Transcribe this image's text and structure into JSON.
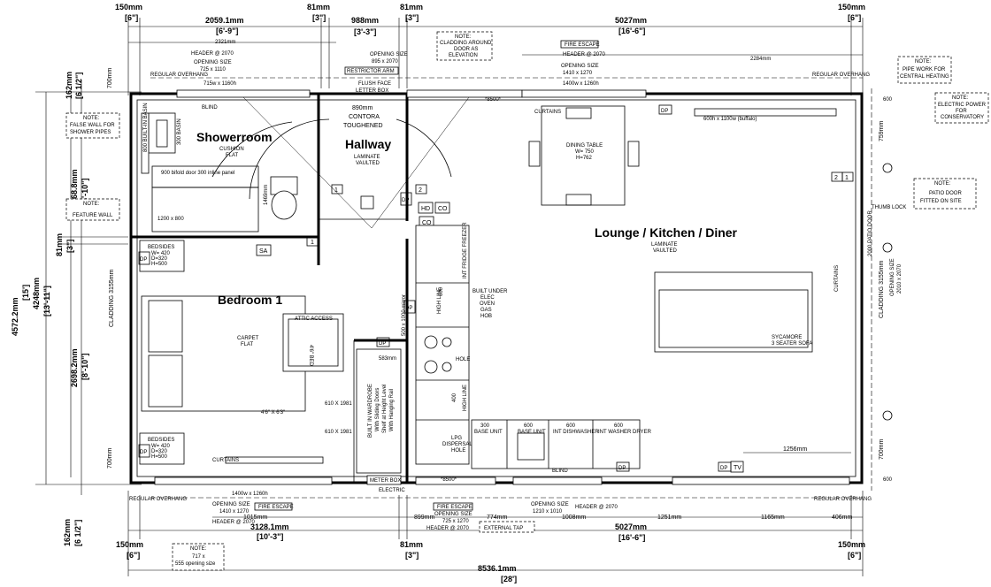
{
  "dims_top": [
    {
      "id": "t1",
      "mm": "150mm",
      "imp": "[6\"]"
    },
    {
      "id": "t2",
      "mm": "2059.1mm",
      "imp": "[6'-9\"]"
    },
    {
      "id": "t3",
      "mm": "81mm",
      "imp": "[3\"]"
    },
    {
      "id": "t4",
      "mm": "988mm",
      "imp": "[3'-3\"]"
    },
    {
      "id": "t5",
      "mm": "81mm",
      "imp": "[3\"]"
    },
    {
      "id": "t6",
      "mm": "5027mm",
      "imp": "[16'-6\"]"
    },
    {
      "id": "t7",
      "mm": "150mm",
      "imp": "[6\"]"
    }
  ],
  "dims_bottom": [
    {
      "id": "b1",
      "mm": "150mm",
      "imp": "[6\"]"
    },
    {
      "id": "b2",
      "mm": "3128.1mm",
      "imp": "[10'-3\"]"
    },
    {
      "id": "b3",
      "mm": "81mm",
      "imp": "[3\"]"
    },
    {
      "id": "b4",
      "mm": "5027mm",
      "imp": "[16'-6\"]"
    },
    {
      "id": "b5",
      "mm": "150mm",
      "imp": "[6\"]"
    }
  ],
  "dim_total": {
    "mm": "8536.1mm",
    "imp": "[28']"
  },
  "dims_left": [
    {
      "id": "l1",
      "mm": "162mm",
      "imp": "[6 1/2\"]"
    },
    {
      "id": "l2",
      "mm": "1468.8mm",
      "imp": "[4'-10\"]"
    },
    {
      "id": "l3",
      "mm": "81mm",
      "imp": "[3\"]"
    },
    {
      "id": "l4",
      "mm": "2698.2mm",
      "imp": "[8'-10\"]"
    },
    {
      "id": "l5",
      "mm": "162mm",
      "imp": "[6 1/2\"]"
    }
  ],
  "dim_left_total": {
    "mm": "4572.2mm",
    "imp": "[15']"
  },
  "dim_left_inner": {
    "mm": "4248mm",
    "imp": "[13'-11\"]"
  },
  "dim_2321": "2321mm",
  "dim_2284": "2284mm",
  "small_dims": {
    "d1015": "1015mm",
    "d899": "899mm",
    "d774": "774mm",
    "d1008": "1008mm",
    "d1251": "1251mm",
    "d1165": "1165mm",
    "d406": "406mm",
    "d1256": "1256mm",
    "d583": "583mm",
    "d759": "759mm",
    "d700a": "700mm",
    "d700b": "700mm",
    "d700c": "700mm",
    "d600a": "600",
    "d600b": "600"
  },
  "rooms": {
    "showerroom": {
      "name": "Showerroom",
      "sub1": "CUSHION",
      "sub2": "FLAT"
    },
    "hallway": {
      "name": "Hallway",
      "sub1": "LAMINATE",
      "sub2": "VAULTED"
    },
    "lounge": {
      "name": "Lounge / Kitchen / Diner",
      "sub1": "LAMINATE",
      "sub2": "VAULTED"
    },
    "bedroom": {
      "name": "Bedroom 1",
      "sub1": "CARPET",
      "sub2": "FLAT"
    }
  },
  "notes": {
    "cladding_door": {
      "head": "NOTE:",
      "l1": "CLADDING AROUND",
      "l2": "DOOR AS",
      "l3": "ELEVATION"
    },
    "pipework": {
      "head": "NOTE:",
      "l1": "PIPE WORK FOR",
      "l2": "CENTRAL HEATING"
    },
    "electric": {
      "head": "NOTE:",
      "l1": "ELECTRIC POWER",
      "l2": "FOR",
      "l3": "CONSERVATORY"
    },
    "patio": {
      "head": "NOTE:",
      "l1": "PATIO DOOR",
      "l2": "FITTED ON SITE"
    },
    "false_wall": {
      "head": "NOTE:",
      "l1": "FALSE WALL FOR",
      "l2": "SHOWER PIPES"
    },
    "feature": {
      "head": "NOTE:",
      "l1": "FEATURE WALL"
    },
    "window717": {
      "head": "NOTE:",
      "l1": "717 x",
      "l2": "555 opening size"
    }
  },
  "labels": {
    "header_2070_tl": "HEADER @ 2070",
    "opening_tl": "OPENING SIZE",
    "opening_tl_v": "725 x 1110",
    "opening_door": "OPENING SIZE",
    "opening_door_v": "895 x 2070",
    "restrictor": "RESTRICTOR ARM",
    "flush_face": "FLUSH FACE",
    "letter_box": "LETTER BOX",
    "door_890": "890mm",
    "contora": "CONTORA",
    "toughened": "TOUGHENED",
    "fire_escape_top": "FIRE ESCAPE",
    "header_top_r": "HEADER @ 2070",
    "opening_top_r": "OPENING SIZE",
    "opening_top_r_v": "1410 x 1270",
    "win_1400": "1400w x 1260h",
    "curtains_top": "CURTAINS",
    "regular_overhang_tl": "REGULAR OVERHANG",
    "regular_overhang_tr": "REGULAR OVERHANG",
    "regular_overhang_bl": "REGULAR OVERHANG",
    "regular_overhang_br": "REGULAR OVERHANG",
    "blind_shower": "BLIND",
    "basin_label": "300 BASIN",
    "basin_box": "800 BUILT-IN BASIN",
    "bifold": "900 bifold door 300 inline panel",
    "shower_1200": "1200 x 800",
    "dim_1469": "1469mm",
    "dining": "DINING TABLE",
    "dining_w": "W= 750",
    "dining_h": "H=762",
    "thumb_lock": "THUMB LOCK",
    "patio_door": "2000 PATIO DOOR",
    "opening_side": "OPENING SIZE",
    "opening_side_v": "2010 x 2070",
    "cladding_left": "CLADDING 3155mm",
    "cladding_right": "CLADDING 3155mm",
    "curtains_right": "CURTAINS",
    "sofa": "SYCAMORE",
    "sofa2": "3 SEATER SOFA",
    "fridge": "INT FRIDGE FREEZER",
    "hob": "BUILT UNDER",
    "hob2": "ELEC",
    "hob3": "OVEN",
    "hob4": "GAS",
    "hob5": "HOB",
    "high_line1": "HIGH LINE",
    "high_line2": "HIGH LINE",
    "mirror": "500 x 1000 mirror",
    "attic": "ATTIC ACCESS",
    "bed": "4'6\" BED",
    "bed_size": "4'6\" X 6'3\"",
    "wardrobe": "BUILT IN WARDROBE",
    "wardrobe2": "With Sliding Doors",
    "wardrobe3": "Shelf at Height Level",
    "wardrobe4": "With Hanging Rail",
    "bed_610a": "610 X 1981",
    "bed_610b": "610 X 1981",
    "bedside_t": "BEDSIDES",
    "bedside_t_w": "W= 420",
    "bedside_t_d": "D=320",
    "bedside_t_h": "H=500",
    "bedside_b": "BEDSIDES",
    "bedside_b_w": "W= 420",
    "bedside_b_d": "D=320",
    "bedside_b_h": "H=500",
    "curtains_bed": "CURTAINS",
    "win_bed": "1400w x 1260h",
    "fire_escape_bl": "FIRE ESCAPE",
    "opening_bl": "OPENING SIZE",
    "opening_bl_v": "1410 x 1270",
    "header_bl": "HEADER @ 2070",
    "meter_box": "METER BOX",
    "electric": "ELECTRIC",
    "fire_escape_bm": "FIRE ESCAPE",
    "opening_bm": "OPENING SIZE",
    "opening_bm_v": "725 x 1270",
    "header_bm": "HEADER @ 2070",
    "external_tap": "EXTERNAL TAP",
    "opening_br": "OPENING SIZE",
    "opening_br_v": "1210 x 1010",
    "header_br": "HEADER @ 2070",
    "base_unit": "BASE UNIT",
    "base_unit_600": "600",
    "int_dishwasher": "INT DISHWASHER",
    "int_dishwasher_600": "600",
    "int_washer": "INT WASHER DRYER",
    "int_washer_600": "600",
    "base_unit_300": "300",
    "base_unit_300b": "BASE UNIT",
    "blind_kitchen": "BLIND",
    "lpg": "LPG",
    "dispersal": "DISPERSAL",
    "hole": "HOLE",
    "hole_top": "HOLE",
    "dim_8500_top": "*8500*",
    "dim_8500_bot": "*8500*",
    "sa": "SA",
    "hd": "HD",
    "co_a": "CO",
    "co_b": "CO",
    "dp_list": [
      "DP",
      "DP",
      "DP",
      "DP",
      "DP",
      "DP",
      "DP",
      "DP"
    ],
    "tv": "TV",
    "n1a": "1",
    "n1b": "1",
    "n2a": "2",
    "n2b": "2",
    "n1c": "1",
    "unit_600a": "600",
    "unit_600b": "600",
    "unit_600c": "600",
    "unit_400": "400",
    "unit_600d": "600",
    "win_600": "600h x 1100w (buffalo)",
    "win_715": "715w x 1160h"
  }
}
